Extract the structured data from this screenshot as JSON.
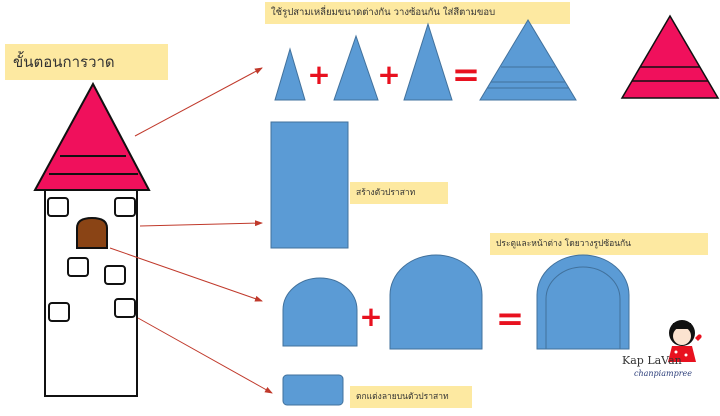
{
  "title": "ขั้นตอนการวาด",
  "steps": {
    "roof": "ใช้รูปสามเหลี่ยมขนาดต่างกัน วางซ้อนกัน ใส่สีตามขอบ",
    "body": "สร้างตัวปราสาท",
    "door_window": "ประตูและหน้าต่าง โดยวางรูปซ้อนกัน",
    "decorate": "ตกแต่งลายบนตัวปราสาท"
  },
  "operators": {
    "plus": "+",
    "equals": "="
  },
  "brand": {
    "name": "Kap LaVan",
    "tagline": "chanpiampree"
  },
  "colors": {
    "shape_blue": "#5b9bd5",
    "shape_blue_edge": "#41719c",
    "roof_pink": "#f0105c",
    "operator_red": "#e8111f",
    "door_brown": "#8a4415",
    "label_bg": "#fde9a1",
    "arrow": "#c0392b"
  }
}
